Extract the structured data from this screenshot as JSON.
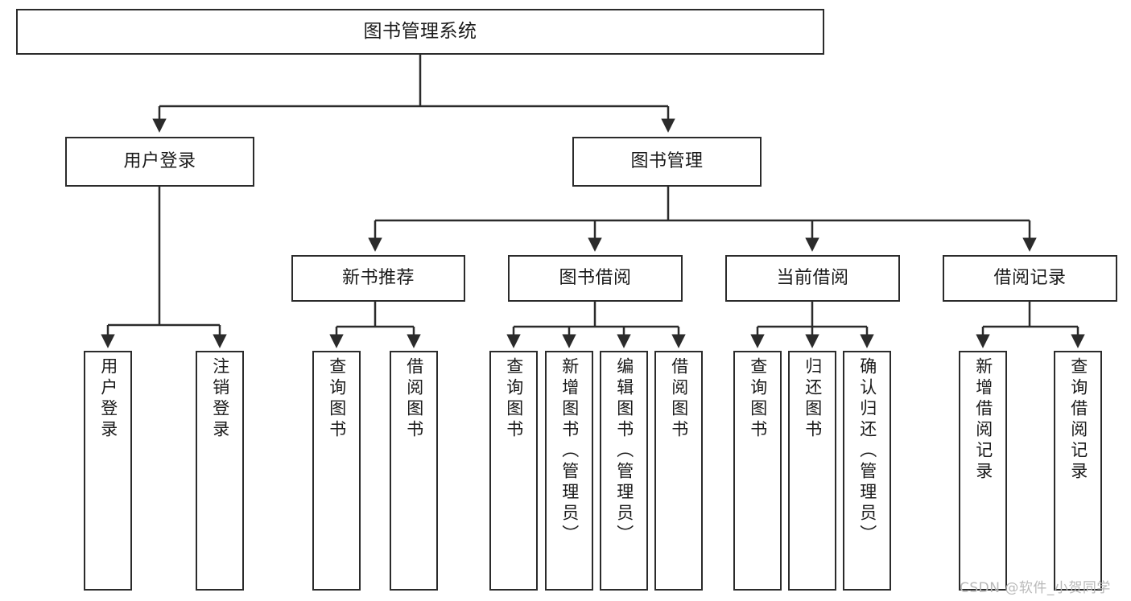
{
  "diagram": {
    "type": "tree-hierarchy",
    "title": "图书管理系统",
    "watermark": "CSDN @软件_小贺同学",
    "colors": {
      "box_border": "#2b2b2b",
      "box_fill": "#ffffff",
      "connector": "#2b2b2b",
      "text": "#1a1a1a",
      "watermark": "#b9b9b9",
      "background": "#ffffff"
    },
    "nodes": {
      "root": {
        "label": "图书管理系统"
      },
      "level2": [
        {
          "label": "用户登录"
        },
        {
          "label": "图书管理"
        }
      ],
      "level3": [
        {
          "label": "新书推荐"
        },
        {
          "label": "图书借阅"
        },
        {
          "label": "当前借阅"
        },
        {
          "label": "借阅记录"
        }
      ],
      "leaves": {
        "user_login": [
          {
            "label": "用户登录"
          },
          {
            "label": "注销登录"
          }
        ],
        "new_book_recommend": [
          {
            "label": "查询图书"
          },
          {
            "label": "借阅图书"
          }
        ],
        "book_borrow": [
          {
            "label": "查询图书"
          },
          {
            "label": "新增图书（管理员）"
          },
          {
            "label": "编辑图书（管理员）"
          },
          {
            "label": "借阅图书"
          }
        ],
        "current_borrow": [
          {
            "label": "查询图书"
          },
          {
            "label": "归还图书"
          },
          {
            "label": "确认归还（管理员）"
          }
        ],
        "borrow_record": [
          {
            "label": "新增借阅记录"
          },
          {
            "label": "查询借阅记录"
          }
        ]
      }
    }
  }
}
